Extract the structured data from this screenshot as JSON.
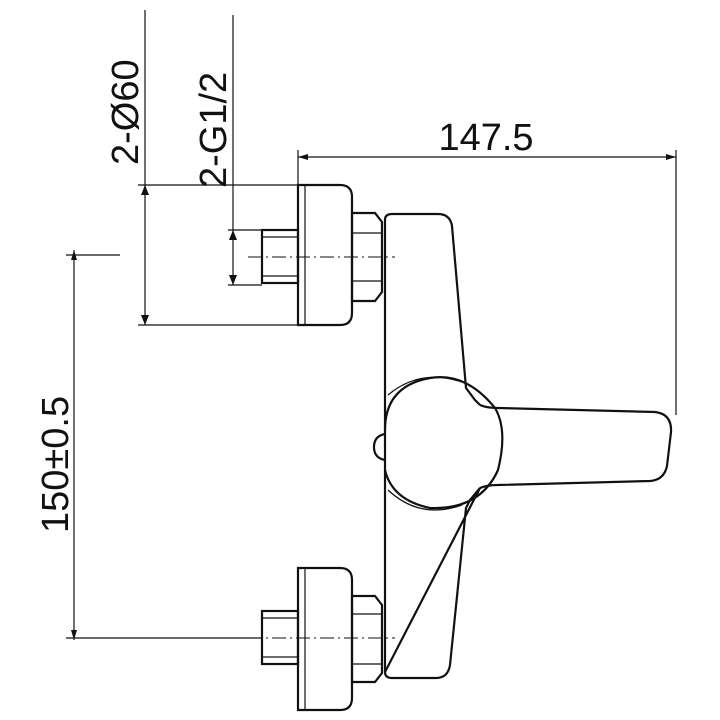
{
  "dimensions": {
    "width_label": "147.5",
    "spacing_label": "150±0.5",
    "flange_label": "2-Ø60",
    "thread_label": "2-G1/2"
  },
  "colors": {
    "line": "#111111",
    "background": "#ffffff"
  }
}
